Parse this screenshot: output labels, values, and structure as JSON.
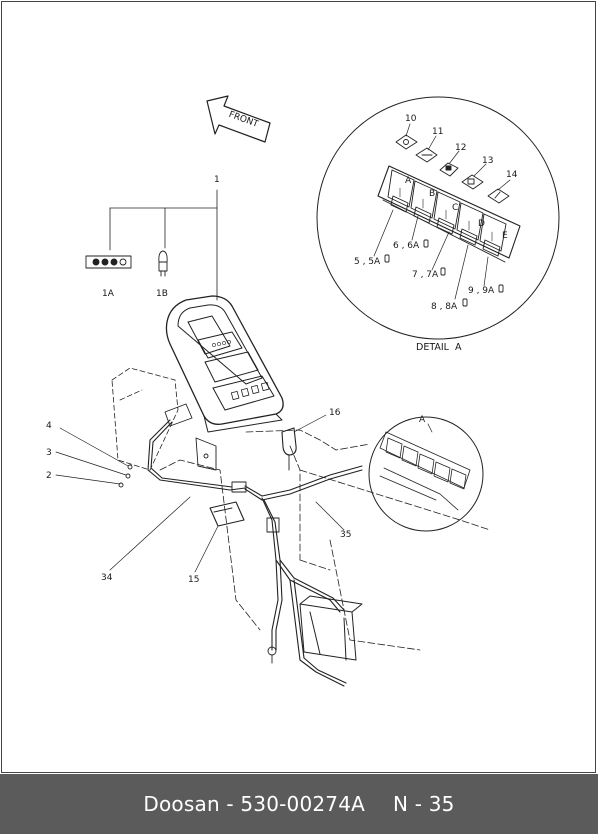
{
  "footer": {
    "brand_and_part": "Doosan - 530-00274A",
    "page": "N - 35"
  },
  "callouts": {
    "front": "FRONT",
    "detail_caption": "DETAIL  A",
    "detail_ref": "A",
    "item_1": "1",
    "item_1a": "1A",
    "item_1b": "1B",
    "item_2": "2",
    "item_3": "3",
    "item_4": "4",
    "item_10": "10",
    "item_11": "11",
    "item_12": "12",
    "item_13": "13",
    "item_14": "14",
    "item_15": "15",
    "item_16": "16",
    "item_34": "34",
    "item_35": "35",
    "item_5_5a": "5 , 5A",
    "item_6_6a": "6 , 6A",
    "item_7_7a": "7 , 7A",
    "item_8_8a": "8 , 8A",
    "item_9_9a": "9 , 9A",
    "switch_a": "A",
    "switch_b": "B",
    "switch_c": "C",
    "switch_d": "D",
    "switch_e": "E"
  }
}
